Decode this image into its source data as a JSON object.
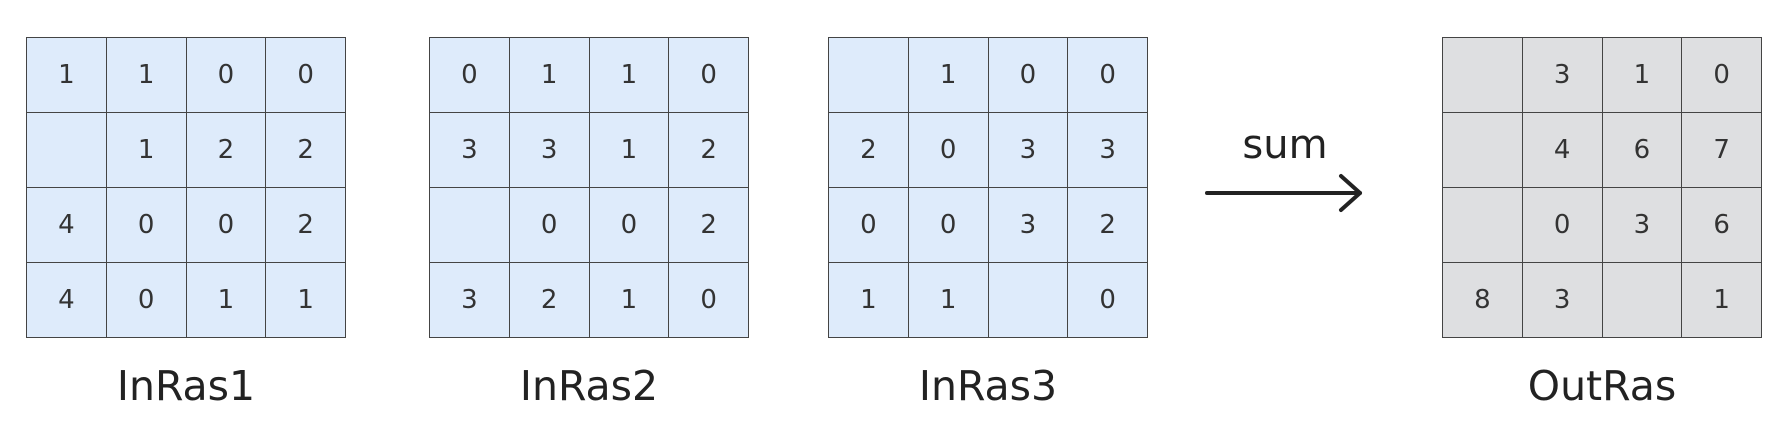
{
  "rasters": [
    {
      "label": "InRas1",
      "kind": "input",
      "cells": [
        [
          "1",
          "1",
          "0",
          "0"
        ],
        [
          "",
          "1",
          "2",
          "2"
        ],
        [
          "4",
          "0",
          "0",
          "2"
        ],
        [
          "4",
          "0",
          "1",
          "1"
        ]
      ]
    },
    {
      "label": "InRas2",
      "kind": "input",
      "cells": [
        [
          "0",
          "1",
          "1",
          "0"
        ],
        [
          "3",
          "3",
          "1",
          "2"
        ],
        [
          "",
          "0",
          "0",
          "2"
        ],
        [
          "3",
          "2",
          "1",
          "0"
        ]
      ]
    },
    {
      "label": "InRas3",
      "kind": "input",
      "cells": [
        [
          "",
          "1",
          "0",
          "0"
        ],
        [
          "2",
          "0",
          "3",
          "3"
        ],
        [
          "0",
          "0",
          "3",
          "2"
        ],
        [
          "1",
          "1",
          "",
          "0"
        ]
      ]
    },
    {
      "label": "OutRas",
      "kind": "output",
      "cells": [
        [
          "",
          "3",
          "1",
          "0"
        ],
        [
          "",
          "4",
          "6",
          "7"
        ],
        [
          "",
          "0",
          "3",
          "6"
        ],
        [
          "8",
          "3",
          "",
          "1"
        ]
      ]
    }
  ],
  "operation": {
    "label": "sum",
    "icon": "right-arrow-icon"
  },
  "colors": {
    "input_fill": "#deebfb",
    "output_fill": "#dedfe1",
    "grid_line": "#444444",
    "text": "#222222"
  }
}
